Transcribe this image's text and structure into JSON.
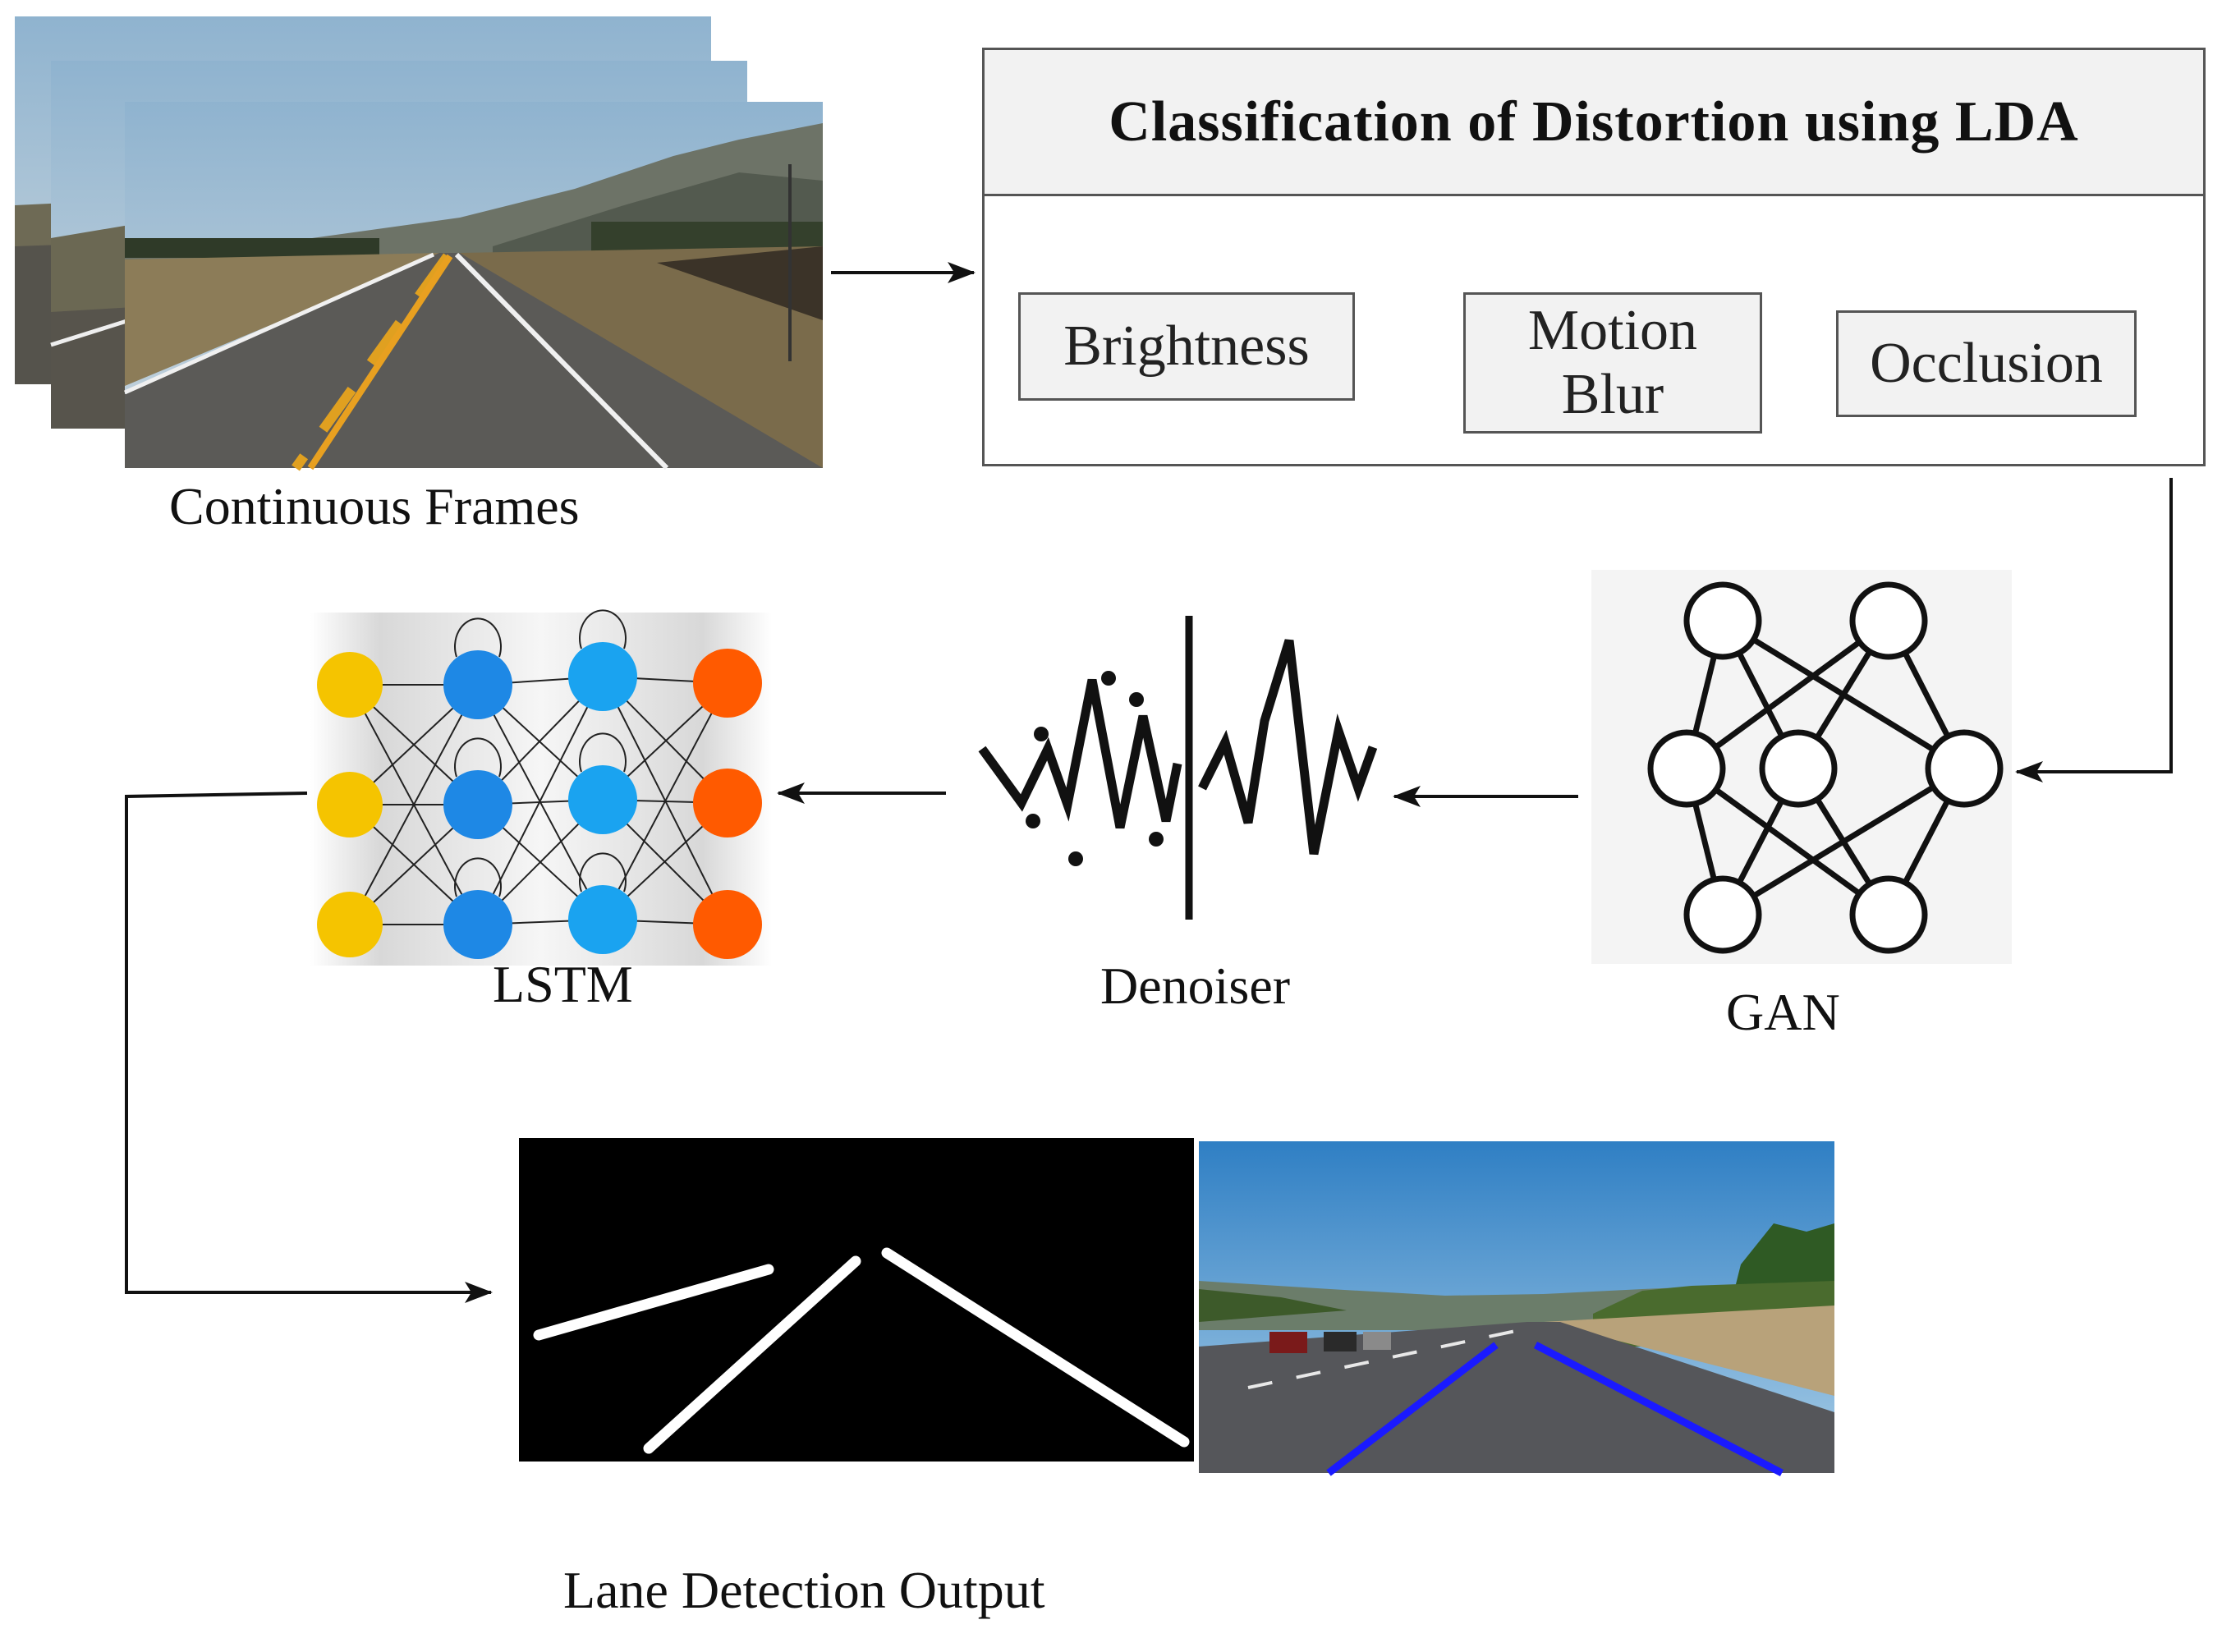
{
  "frames": {
    "caption": "Continuous Frames"
  },
  "lda": {
    "title": "Classification  of Distortion  using LDA",
    "classes": [
      "Brightness",
      "Motion Blur",
      "Occlusion"
    ]
  },
  "stages": {
    "gan": "GAN",
    "denoiser": "Denoiser",
    "lstm": "LSTM"
  },
  "output": {
    "caption": "Lane Detection  Output"
  },
  "colors": {
    "lstm_input": "#f5c400",
    "lstm_hidden1": "#1e88e5",
    "lstm_hidden2": "#1aa3f0",
    "lstm_output": "#ff5a00",
    "lane_overlay": "#1a1aff"
  }
}
